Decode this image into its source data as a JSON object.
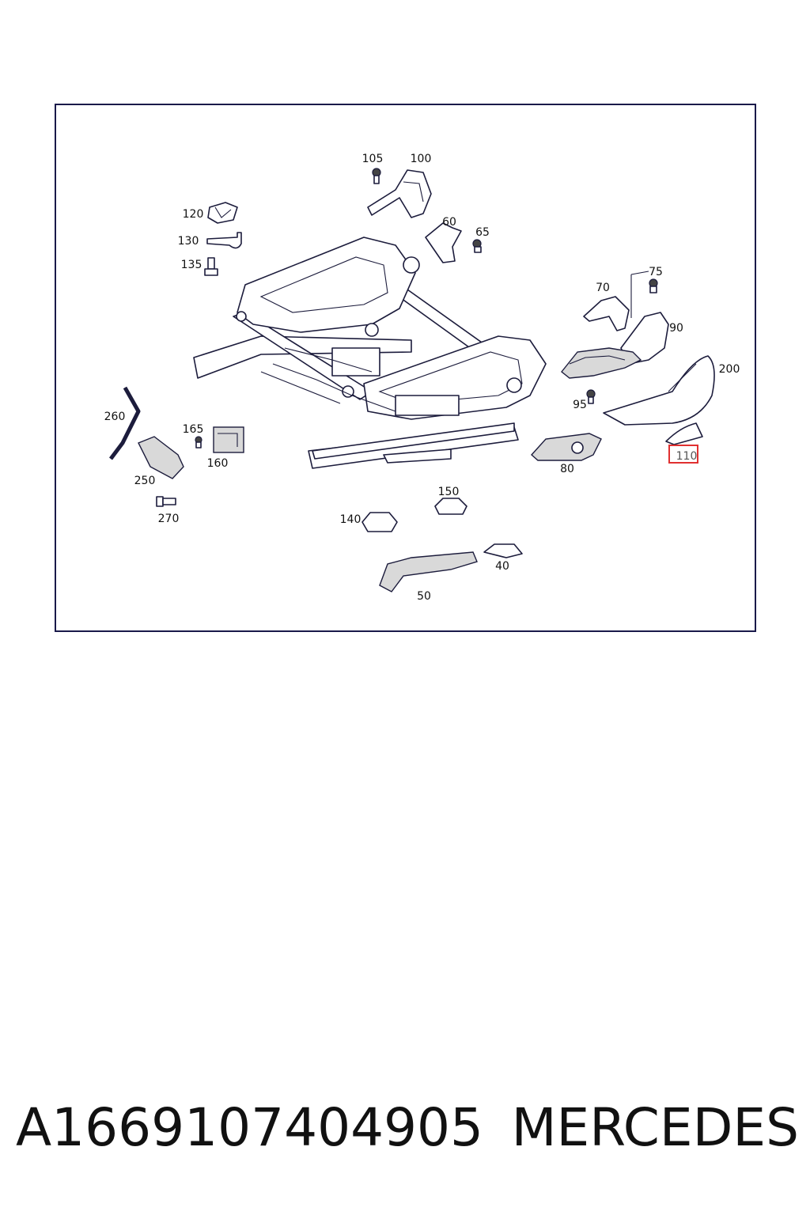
{
  "diagram": {
    "callouts": {
      "c105": "105",
      "c100": "100",
      "c120": "120",
      "c60": "60",
      "c65": "65",
      "c130": "130",
      "c135": "135",
      "c75": "75",
      "c70": "70",
      "c90": "90",
      "c200": "200",
      "c95": "95",
      "c260": "260",
      "c165": "165",
      "c160": "160",
      "c250": "250",
      "c80": "80",
      "c110": "110",
      "c270": "270",
      "c150": "150",
      "c140": "140",
      "c40": "40",
      "c50": "50"
    },
    "highlight": {
      "part": "110",
      "color": "#e03030"
    }
  },
  "caption": {
    "part_number": "A1669107404905",
    "brand": "MERCEDES"
  }
}
